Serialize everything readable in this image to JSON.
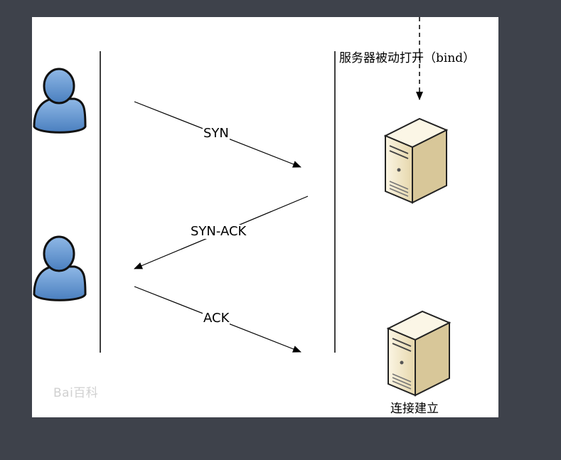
{
  "diagram": {
    "server_passive_open_label": "服务器被动打开（bind）",
    "connection_established_label": "连接建立",
    "messages": [
      {
        "label": "SYN"
      },
      {
        "label": "SYN-ACK"
      },
      {
        "label": "ACK"
      }
    ],
    "watermark": "Bai百科",
    "colors": {
      "page_background": "#3e424b",
      "canvas_background": "#ffffff",
      "user_icon_fill": "#5b8fc9",
      "server_fill": "#f0e6c8",
      "line": "#000000"
    },
    "icons": [
      "user-icon",
      "user-icon",
      "server-icon",
      "server-icon"
    ]
  }
}
